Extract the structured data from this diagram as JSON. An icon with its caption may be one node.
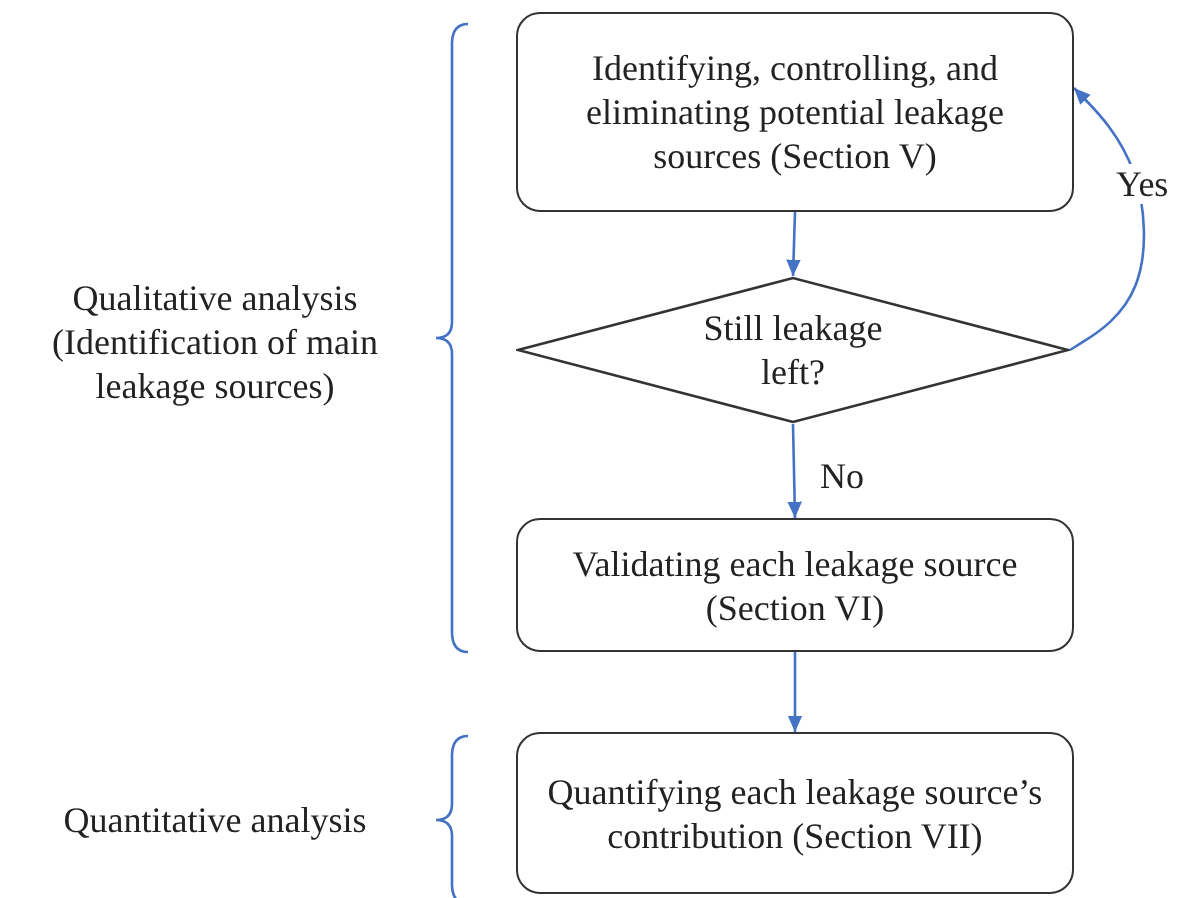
{
  "diagram": {
    "nodes": [
      {
        "text": [
          "Identifying, controlling, and eliminating potential leakage sources (Section V)"
        ]
      },
      {
        "text": [
          "Still leakage left?"
        ]
      },
      {
        "text": [
          "Validating each leakage source (Section VI)"
        ]
      },
      {
        "text": [
          "Quantifying each leakage source’s contribution (Section VII)"
        ]
      }
    ],
    "edges": [
      {
        "from": 0,
        "to": 1,
        "arrow": "to"
      },
      {
        "from": 1,
        "to": 2,
        "arrow": "to",
        "label": "No"
      },
      {
        "from": 1,
        "to": 0,
        "arrow": "to",
        "label": "Yes"
      },
      {
        "from": 2,
        "to": 3,
        "arrow": "to"
      }
    ],
    "labels": [
      "Qualitative analysis (Identification of main leakage sources)",
      "Quantitative analysis"
    ]
  }
}
